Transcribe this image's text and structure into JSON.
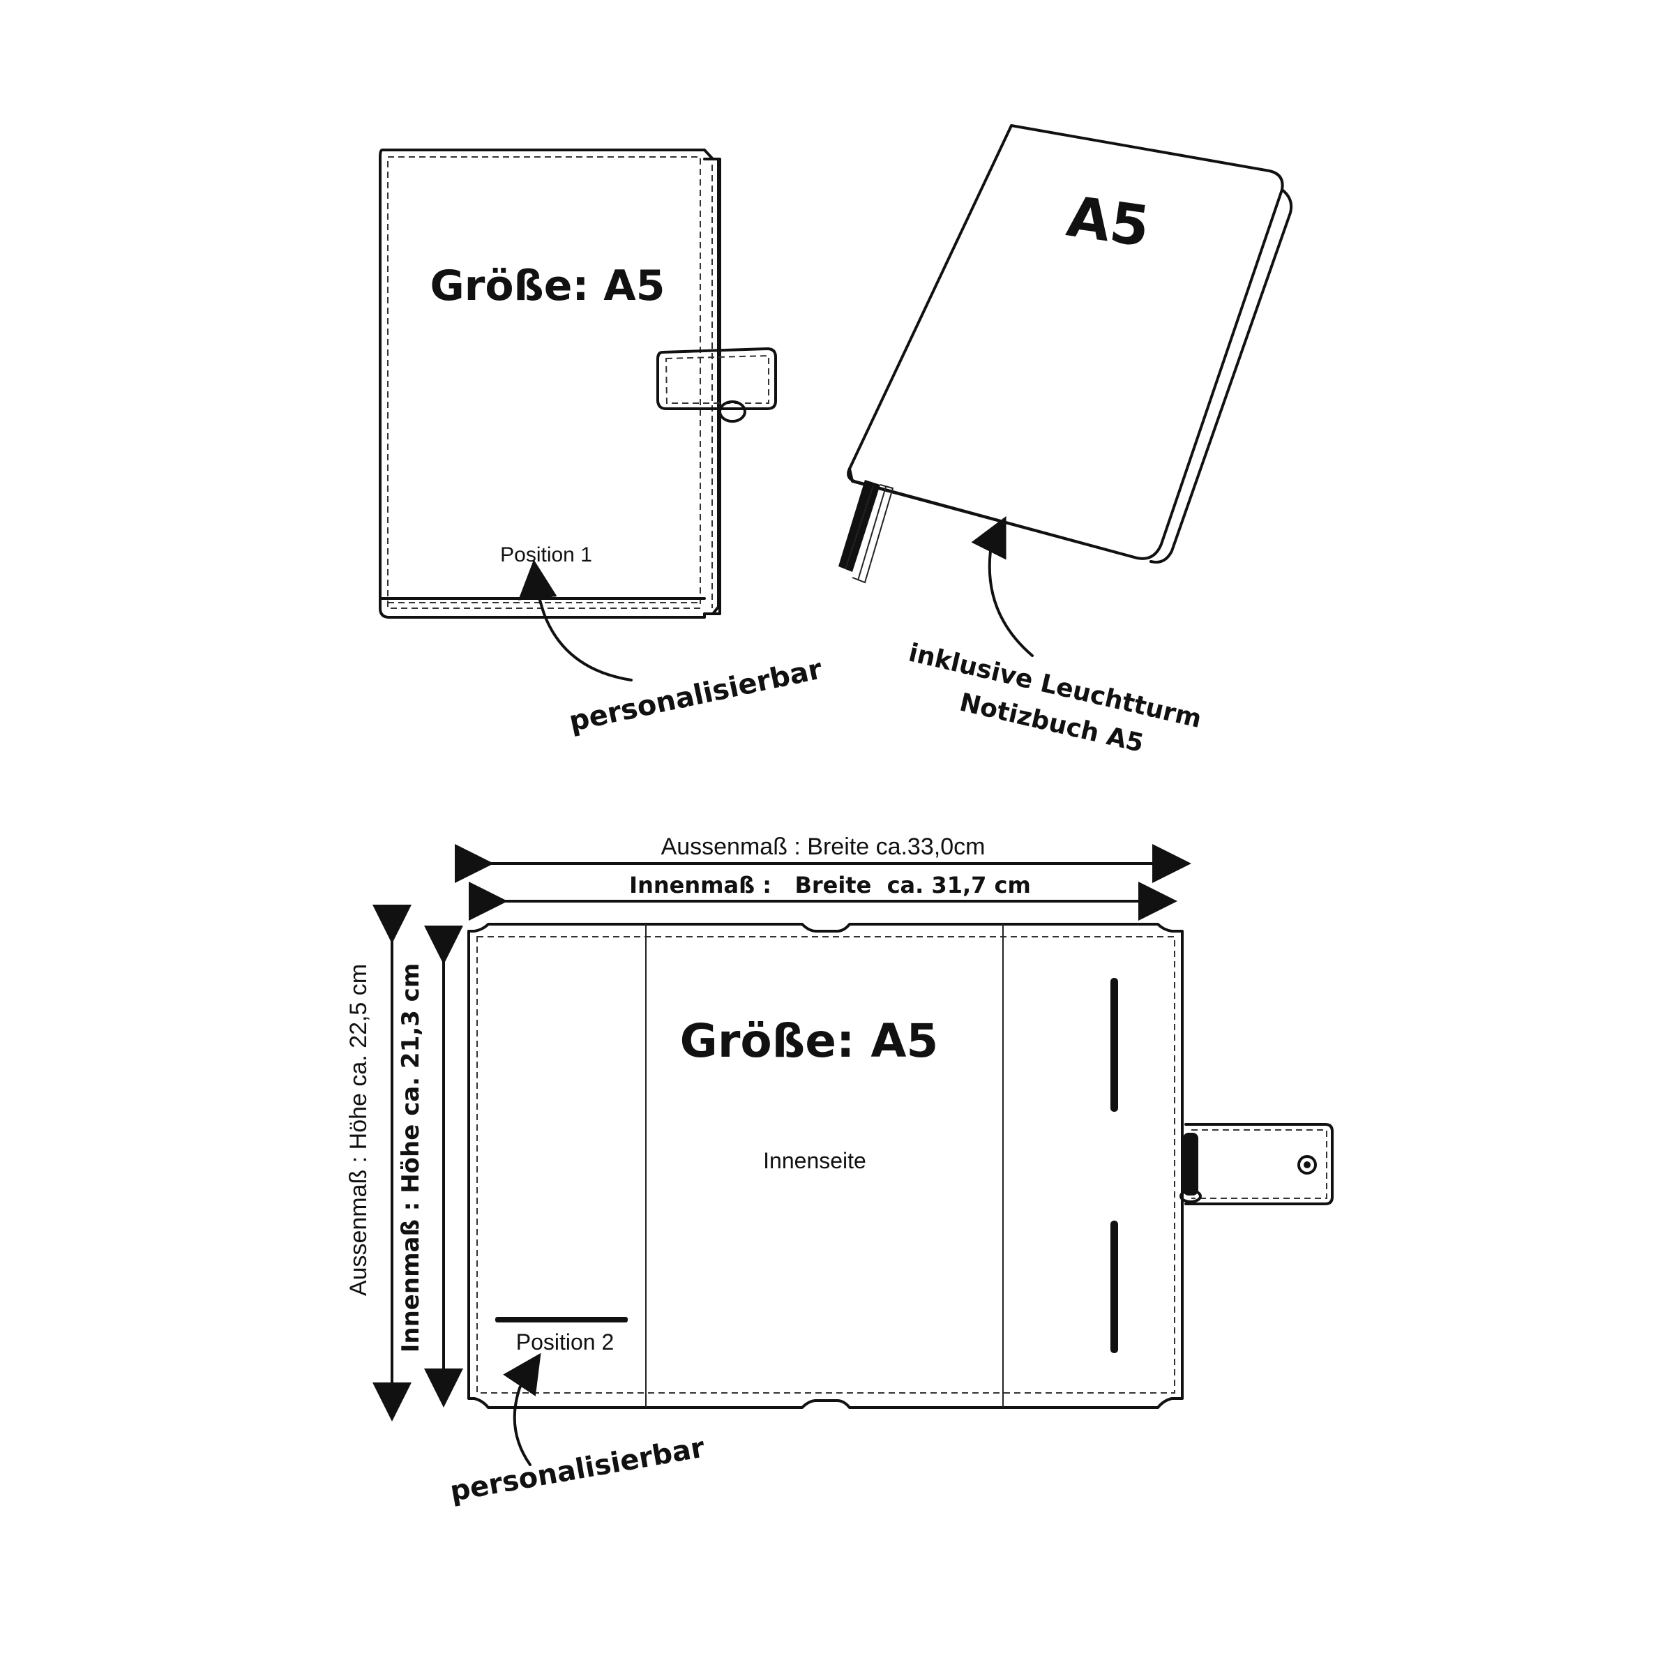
{
  "top_left_cover": {
    "size_label": "Größe: A5",
    "position_label": "Position 1",
    "callout": "personalisierbar"
  },
  "top_right_notebook": {
    "cover_label": "A5",
    "callout_line1": "inklusive Leuchtturm",
    "callout_line2": "Notizbuch A5"
  },
  "unfolded_cover": {
    "outer_width": "Aussenmaß : Breite ca.33,0cm",
    "inner_width": "Innenmaß :   Breite  ca. 31,7 cm",
    "outer_height": "Aussenmaß : Höhe ca. 22,5 cm",
    "inner_height": "Innenmaß : Höhe ca. 21,3 cm",
    "size_label": "Größe: A5",
    "inner_side_label": "Innenseite",
    "position_label": "Position 2",
    "callout": "personalisierbar"
  }
}
